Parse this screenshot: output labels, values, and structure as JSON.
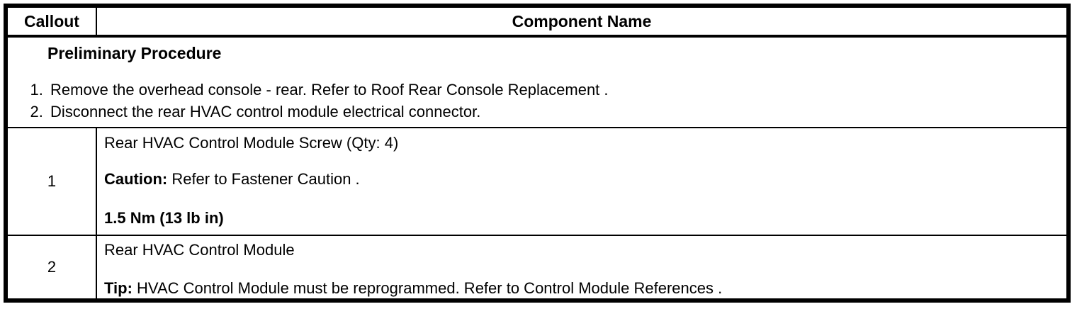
{
  "header": {
    "callout_label": "Callout",
    "component_label": "Component Name"
  },
  "preliminary": {
    "title": "Preliminary Procedure",
    "steps": [
      "Remove the overhead console - rear. Refer to Roof Rear Console Replacement .",
      "Disconnect the rear HVAC control module electrical connector."
    ]
  },
  "rows": [
    {
      "callout": "1",
      "lines": [
        {
          "bold": "",
          "text": "Rear HVAC Control Module Screw (Qty: 4)"
        },
        {
          "bold": "Caution:",
          "text": " Refer to Fastener Caution ."
        },
        {
          "bold": "1.5 Nm (13 lb in)",
          "text": ""
        }
      ]
    },
    {
      "callout": "2",
      "lines": [
        {
          "bold": "",
          "text": "Rear HVAC Control Module"
        },
        {
          "bold": "Tip:",
          "text": " HVAC Control Module must be reprogrammed. Refer to Control Module References ."
        }
      ]
    }
  ],
  "colors": {
    "border": "#000000",
    "text": "#000000",
    "background": "#ffffff"
  }
}
